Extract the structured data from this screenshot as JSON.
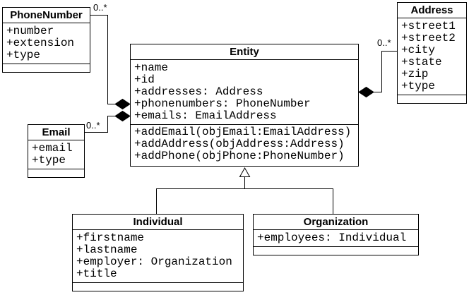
{
  "diagram": {
    "kind": "uml-class-diagram",
    "colors": {
      "line": "#000000",
      "box_fill": "#ffffff",
      "text": "#000000",
      "background": "#ffffff"
    },
    "classes": [
      {
        "name": "PhoneNumber",
        "attributes": [
          "+number",
          "+extension",
          "+type"
        ],
        "methods": []
      },
      {
        "name": "Address",
        "attributes": [
          "+street1",
          "+street2",
          "+city",
          "+state",
          "+zip",
          "+type"
        ],
        "methods": []
      },
      {
        "name": "Entity",
        "attributes": [
          "+name",
          "+id",
          "+addresses: Address",
          "+phonenumbers: PhoneNumber",
          "+emails: EmailAddress"
        ],
        "methods": [
          "+addEmail(objEmail:EmailAddress)",
          "+addAddress(objAddress:Address)",
          "+addPhone(objPhone:PhoneNumber)"
        ]
      },
      {
        "name": "Email",
        "attributes": [
          "+email",
          "+type"
        ],
        "methods": []
      },
      {
        "name": "Individual",
        "attributes": [
          "+firstname",
          "+lastname",
          "+employer: Organization",
          "+title"
        ],
        "methods": []
      },
      {
        "name": "Organization",
        "attributes": [
          "+employees: Individual"
        ],
        "methods": []
      }
    ],
    "relationships": [
      {
        "type": "composition",
        "from": "PhoneNumber",
        "to": "Entity",
        "multiplicity": "0..*"
      },
      {
        "type": "composition",
        "from": "Email",
        "to": "Entity",
        "multiplicity": "0..*"
      },
      {
        "type": "composition",
        "from": "Address",
        "to": "Entity",
        "multiplicity": "0..*"
      },
      {
        "type": "generalization",
        "from": "Individual",
        "to": "Entity"
      },
      {
        "type": "generalization",
        "from": "Organization",
        "to": "Entity"
      }
    ]
  }
}
